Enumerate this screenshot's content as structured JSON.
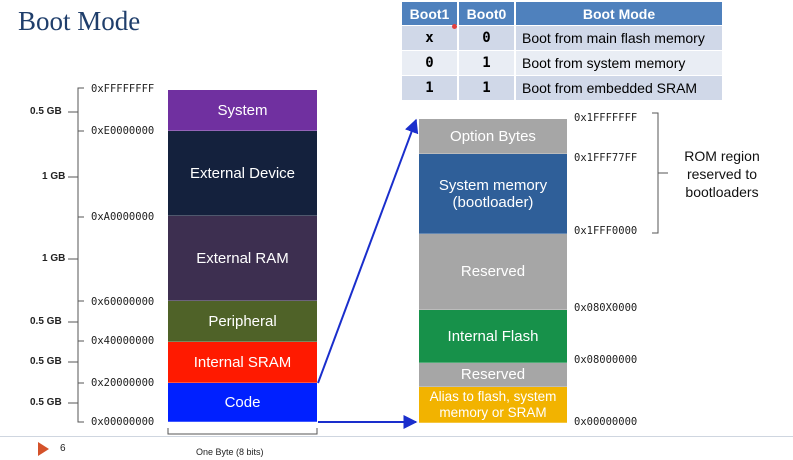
{
  "title": "Boot Mode",
  "table": {
    "headers": [
      "Boot1",
      "Boot0",
      "Boot Mode"
    ],
    "rows": [
      {
        "boot1": "x",
        "boot0": "0",
        "mode": "Boot from main flash memory"
      },
      {
        "boot1": "0",
        "boot0": "1",
        "mode": "Boot from system memory"
      },
      {
        "boot1": "1",
        "boot0": "1",
        "mode": "Boot from embedded SRAM"
      }
    ]
  },
  "memory_map": {
    "regions": [
      "System",
      "External Device",
      "External RAM",
      "Peripheral",
      "Internal SRAM",
      "Code"
    ],
    "colors": [
      "#7030a0",
      "#14213d",
      "#3d2f50",
      "#4f6228",
      "#ff1a00",
      "#0020ff"
    ],
    "addresses": [
      "0xFFFFFFFF",
      "0xE0000000",
      "0xA0000000",
      "0x60000000",
      "0x40000000",
      "0x20000000",
      "0x00000000"
    ],
    "sizes": [
      "0.5 GB",
      "1 GB",
      "1 GB",
      "0.5 GB",
      "0.5 GB",
      "0.5 GB"
    ],
    "width_label": "One Byte (8 bits)"
  },
  "code_map": {
    "regions": [
      "Option Bytes",
      "System memory (bootloader)",
      "Reserved",
      "Internal Flash",
      "Reserved",
      "Alias to flash, system memory or SRAM"
    ],
    "colors": [
      "#a6a6a6",
      "#2f5f99",
      "#a6a6a6",
      "#17914a",
      "#a6a6a6",
      "#f2b300"
    ],
    "addresses": [
      "0x1FFFFFFF",
      "0x1FFF77FF",
      "0x1FFF0000",
      "0x080X0000",
      "0x08000000",
      "0x00000000"
    ],
    "rom_label": "ROM region reserved to bootloaders"
  },
  "footer": {
    "page_number": "6"
  }
}
